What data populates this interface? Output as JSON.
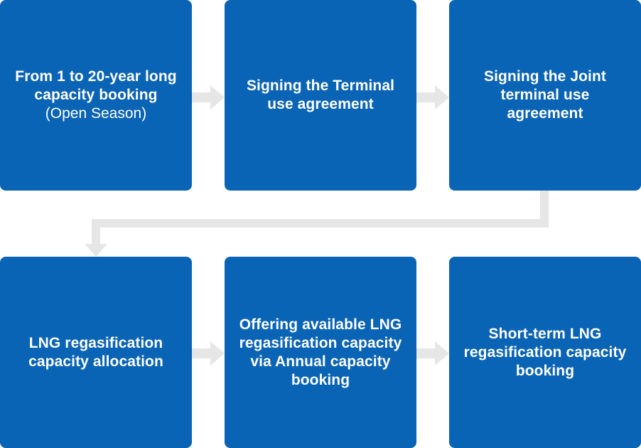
{
  "colors": {
    "box_fill": "#0a64b5",
    "box_text": "#ffffff",
    "connector": "#e6e6e6"
  },
  "steps": [
    {
      "title": "From 1 to 20-year long capacity booking",
      "subtitle": "(Open Season)"
    },
    {
      "title": "Signing the Terminal use agreement",
      "subtitle": ""
    },
    {
      "title": "Signing the Joint terminal use agreement",
      "subtitle": ""
    },
    {
      "title": "LNG regasification capacity allocation",
      "subtitle": ""
    },
    {
      "title": "Offering available LNG regasification capacity via Annual capacity booking",
      "subtitle": ""
    },
    {
      "title": "Short-term LNG regasification capacity booking",
      "subtitle": ""
    }
  ]
}
